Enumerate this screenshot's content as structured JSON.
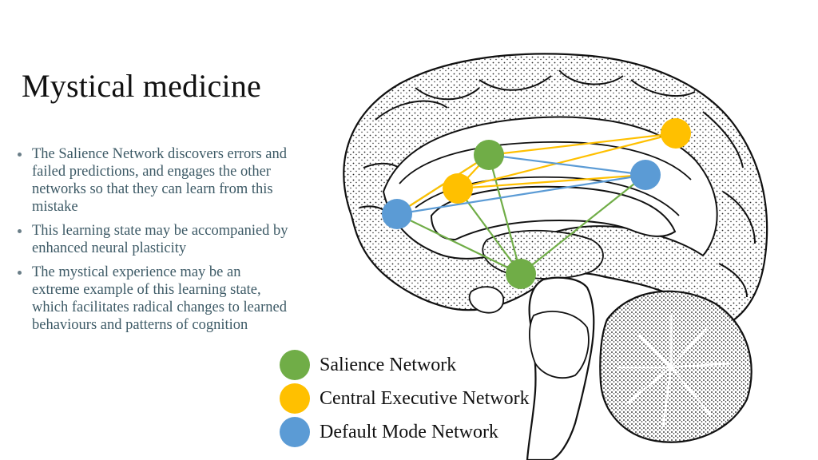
{
  "title": "Mystical medicine",
  "bullets": [
    {
      "text": "The Salience Network discovers errors and failed predictions, and engages the other networks so that they can learn from this mistake"
    },
    {
      "text": "This learning state may be accompanied by enhanced neural plasticity"
    },
    {
      "text": "The mystical experience may be an extreme example of this learning state, which facilitates radical changes to learned behaviours and patterns of cognition"
    }
  ],
  "legend": [
    {
      "label": "Salience Network",
      "color": "#70ad47"
    },
    {
      "label": "Central Executive Network",
      "color": "#ffc000"
    },
    {
      "label": "Default Mode Network",
      "color": "#5b9bd5"
    }
  ],
  "networks": {
    "salience": {
      "color": "#70ad47"
    },
    "central_executive": {
      "color": "#ffc000"
    },
    "default_mode": {
      "color": "#5b9bd5"
    }
  }
}
